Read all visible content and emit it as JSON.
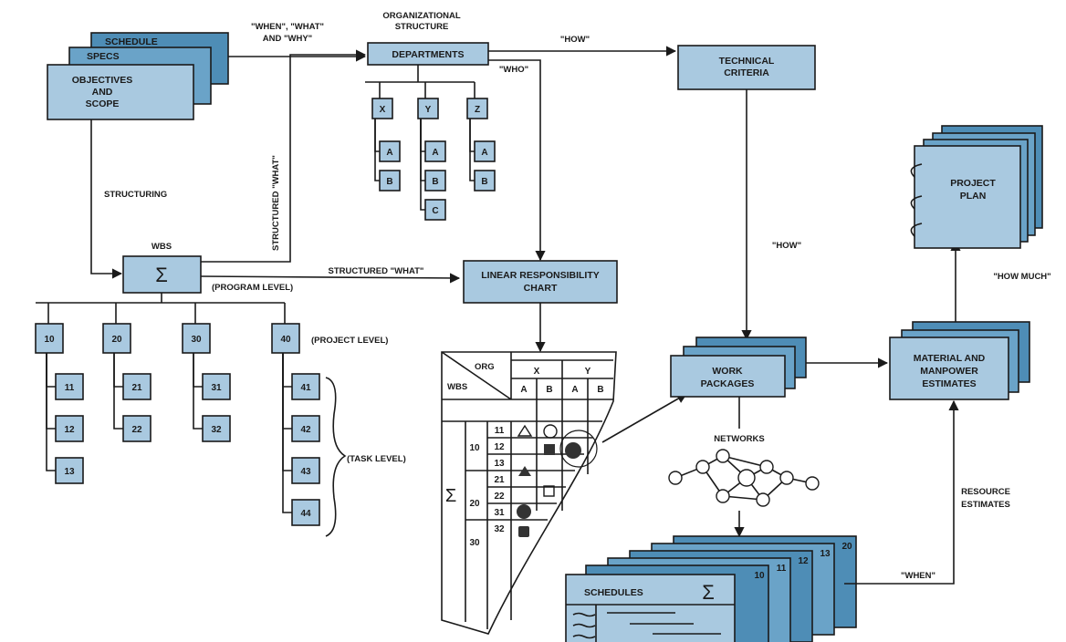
{
  "inputs": {
    "schedule": "SCHEDULE",
    "specs": "SPECS",
    "objectives_l1": "OBJECTIVES",
    "objectives_l2": "AND",
    "objectives_l3": "SCOPE"
  },
  "labels": {
    "when_what_why_l1": "\"WHEN\", \"WHAT\"",
    "when_what_why_l2": "AND \"WHY\"",
    "org_structure_l1": "ORGANIZATIONAL",
    "org_structure_l2": "STRUCTURE",
    "departments": "DEPARTMENTS",
    "how_top": "\"HOW\"",
    "who": "\"WHO\"",
    "technical_l1": "TECHNICAL",
    "technical_l2": "CRITERIA",
    "structuring": "STRUCTURING",
    "structured_what_vertical": "STRUCTURED \"WHAT\"",
    "wbs": "WBS",
    "sigma": "Σ",
    "structured_what": "STRUCTURED \"WHAT\"",
    "program_level": "(PROGRAM LEVEL)",
    "project_level": "(PROJECT LEVEL)",
    "task_level": "(TASK LEVEL)",
    "lrc_l1": "LINEAR RESPONSIBILITY",
    "lrc_l2": "CHART",
    "how_mid": "\"HOW\"",
    "work_l1": "WORK",
    "work_l2": "PACKAGES",
    "networks": "NETWORKS",
    "schedules": "SCHEDULES",
    "when": "\"WHEN\"",
    "resource_l1": "RESOURCE",
    "resource_l2": "ESTIMATES",
    "material_l1": "MATERIAL AND",
    "material_l2": "MANPOWER",
    "material_l3": "ESTIMATES",
    "how_much": "\"HOW MUCH\"",
    "plan_l1": "PROJECT",
    "plan_l2": "PLAN"
  },
  "departments": [
    {
      "name": "X",
      "subs": [
        "A",
        "B"
      ]
    },
    {
      "name": "Y",
      "subs": [
        "A",
        "B",
        "C"
      ]
    },
    {
      "name": "Z",
      "subs": [
        "A",
        "B"
      ]
    }
  ],
  "wbs_projects": [
    {
      "code": "10",
      "tasks": [
        "11",
        "12",
        "13"
      ]
    },
    {
      "code": "20",
      "tasks": [
        "21",
        "22"
      ]
    },
    {
      "code": "30",
      "tasks": [
        "31",
        "32"
      ]
    },
    {
      "code": "40",
      "tasks": [
        "41",
        "42",
        "43",
        "44"
      ]
    }
  ],
  "matrix": {
    "org": "ORG",
    "wbs": "WBS",
    "depts": [
      "X",
      "Y"
    ],
    "subs": [
      "A",
      "B",
      "A",
      "B"
    ],
    "groups": [
      "10",
      "20",
      "30"
    ],
    "rows": [
      "11",
      "12",
      "13",
      "21",
      "22",
      "31",
      "32"
    ]
  },
  "schedule_sheets": [
    "20",
    "13",
    "12",
    "11",
    "10"
  ]
}
